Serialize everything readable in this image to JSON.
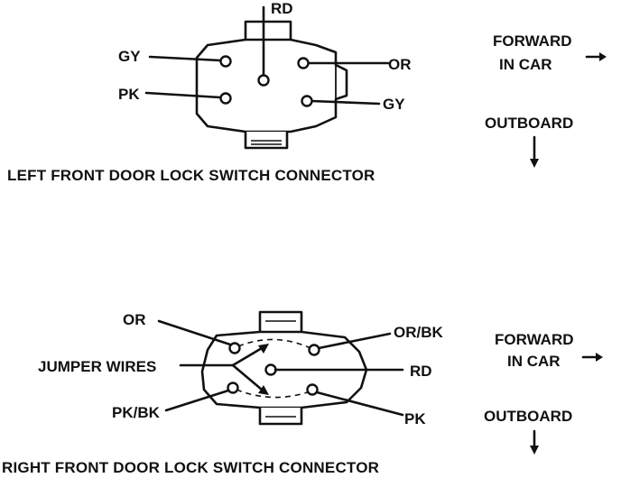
{
  "left_connector": {
    "labels": {
      "top_center": "RD",
      "upper_left": "GY",
      "lower_left": "PK",
      "upper_right": "OR",
      "lower_right": "GY"
    },
    "caption": "LEFT FRONT DOOR LOCK SWITCH CONNECTOR"
  },
  "right_connector": {
    "labels": {
      "upper_left": "OR",
      "jumper": "JUMPER WIRES",
      "lower_left": "PK/BK",
      "upper_right": "OR/BK",
      "center_right": "RD",
      "lower_right": "PK"
    },
    "caption": "RIGHT FRONT DOOR LOCK SWITCH CONNECTOR"
  },
  "orientation_top": {
    "forward": [
      "FORWARD",
      "IN CAR"
    ],
    "outboard": "OUTBOARD"
  },
  "orientation_bottom": {
    "forward": [
      "FORWARD",
      "IN CAR"
    ],
    "outboard": "OUTBOARD"
  }
}
